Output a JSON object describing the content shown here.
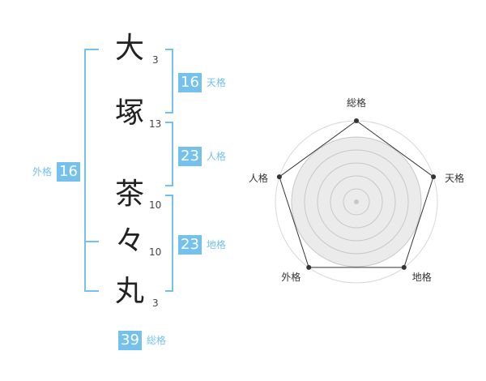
{
  "name": {
    "characters": [
      {
        "char": "大",
        "strokes": "3"
      },
      {
        "char": "塚",
        "strokes": "13"
      },
      {
        "char": "茶",
        "strokes": "10"
      },
      {
        "char": "々",
        "strokes": "10"
      },
      {
        "char": "丸",
        "strokes": "3"
      }
    ]
  },
  "fortunes": {
    "tenkaku": {
      "value": "16",
      "label": "天格"
    },
    "jinkaku": {
      "value": "23",
      "label": "人格"
    },
    "chikaku": {
      "value": "23",
      "label": "地格"
    },
    "gaikaku": {
      "value": "16",
      "label": "外格"
    },
    "soukaku": {
      "value": "39",
      "label": "総格"
    }
  },
  "radar": {
    "axes": [
      "総格",
      "天格",
      "地格",
      "外格",
      "人格"
    ],
    "values": [
      1.0,
      1.0,
      1.0,
      1.0,
      1.0
    ],
    "levels": 5
  },
  "colors": {
    "accent": "#74c1ee",
    "radar_fill": "#ebebeb",
    "radar_line": "#333333"
  }
}
